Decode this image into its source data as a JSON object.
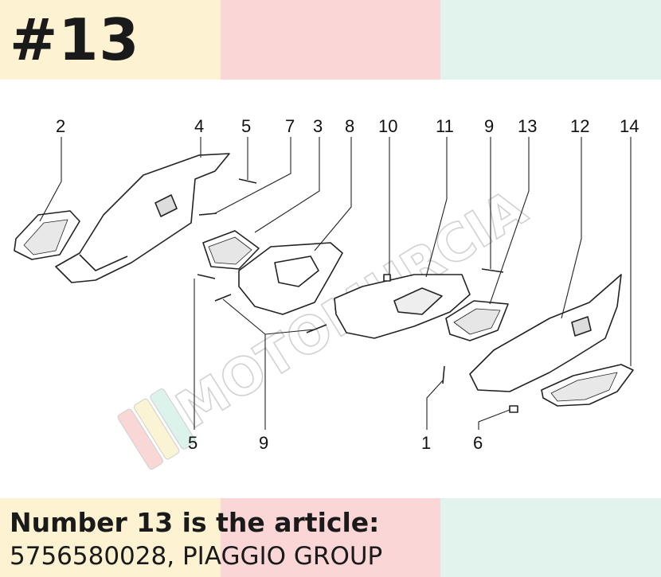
{
  "header": {
    "title": "#13",
    "band_colors": [
      "#fdf3d2",
      "#fbd6d6",
      "#e1f3ec"
    ]
  },
  "diagram": {
    "callouts": [
      "2",
      "4",
      "5",
      "7",
      "3",
      "8",
      "10",
      "11",
      "9",
      "13",
      "12",
      "14",
      "5",
      "9",
      "1",
      "6"
    ],
    "watermark": "MOTOMURCIA",
    "watermark_stripe_colors": [
      "#f7c7c7",
      "#f8f0c4",
      "#cdeee2"
    ]
  },
  "footer": {
    "line1": "Number 13 is the article:",
    "line2": "5756580028, PIAGGIO GROUP"
  }
}
